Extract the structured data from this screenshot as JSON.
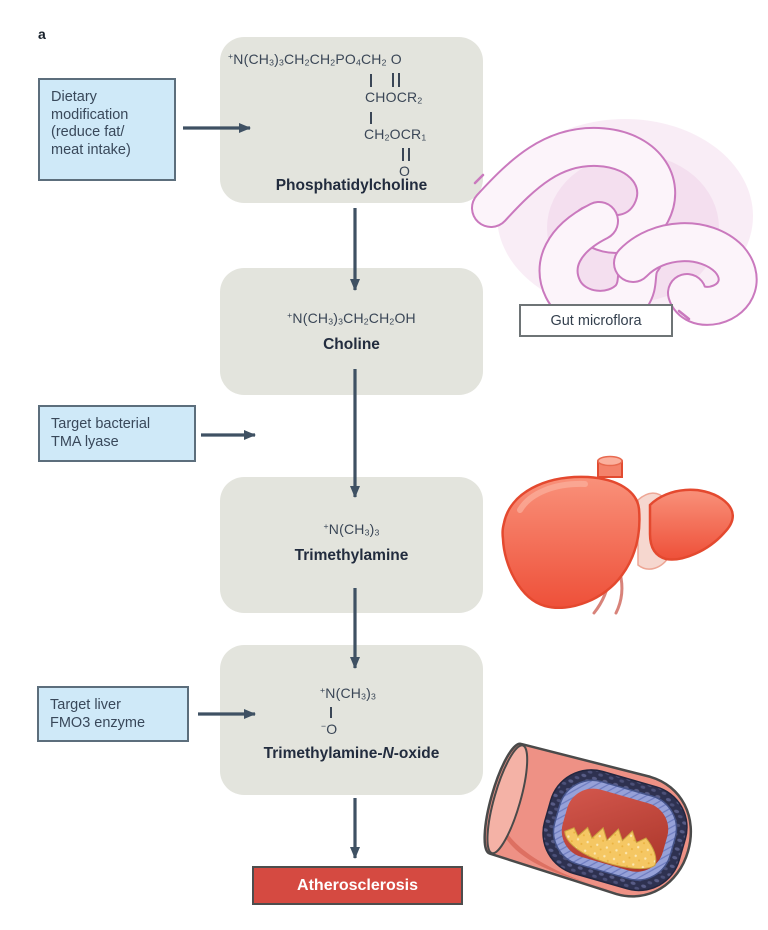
{
  "panel_label": "a",
  "pathway": {
    "phosphatidylcholine": {
      "name": "Phosphatidylcholine",
      "formula_line1": "^{+}N(CH_{3})_{3}CH_{2}CH_{2}PO_{4}CH_{2} O",
      "formula_line2": "CHOCR_{2}",
      "formula_line3": "CH_{2}OCR_{1}",
      "formula_line4": "O"
    },
    "choline": {
      "name": "Choline",
      "formula": "^{+}N(CH_{3})_{3}CH_{2}CH_{2}OH"
    },
    "trimethylamine": {
      "name": "Trimethylamine",
      "formula": "^{+}N(CH_{3})_{3}"
    },
    "tmao": {
      "name": "Trimethylamine-*N*-oxide",
      "formula": "^{+}N(CH_{3})_{3}",
      "formula_oxide": "^{−}O"
    }
  },
  "interventions": {
    "diet": {
      "lines": [
        "Dietary",
        "modification",
        "(reduce fat/",
        "meat intake)"
      ]
    },
    "tma_lyase": {
      "lines": [
        "Target bacterial",
        "TMA lyase"
      ]
    },
    "fmo3": {
      "lines": [
        "Target liver",
        "FMO3 enzyme"
      ]
    }
  },
  "annotations": {
    "gut_label": "Gut microflora"
  },
  "outcome_label": "Atherosclerosis",
  "illustrations": {
    "gut": "intestine-illustration",
    "liver": "liver-illustration",
    "artery": "atherosclerotic-artery-illustration"
  },
  "colors": {
    "compound_box": "#e3e4dd",
    "intervention_box_fill": "#cfe9f8",
    "intervention_box_border": "#5c6e7c",
    "arrow": "#3f5163",
    "formula_text": "#3a4656",
    "compound_name_text": "#222c3e",
    "outcome_fill": "#d54a41",
    "outcome_text": "#ffffff",
    "gut_outline": "#ca79be",
    "liver_fill": "#ef5740",
    "plaque_yellow": "#f5c763"
  }
}
